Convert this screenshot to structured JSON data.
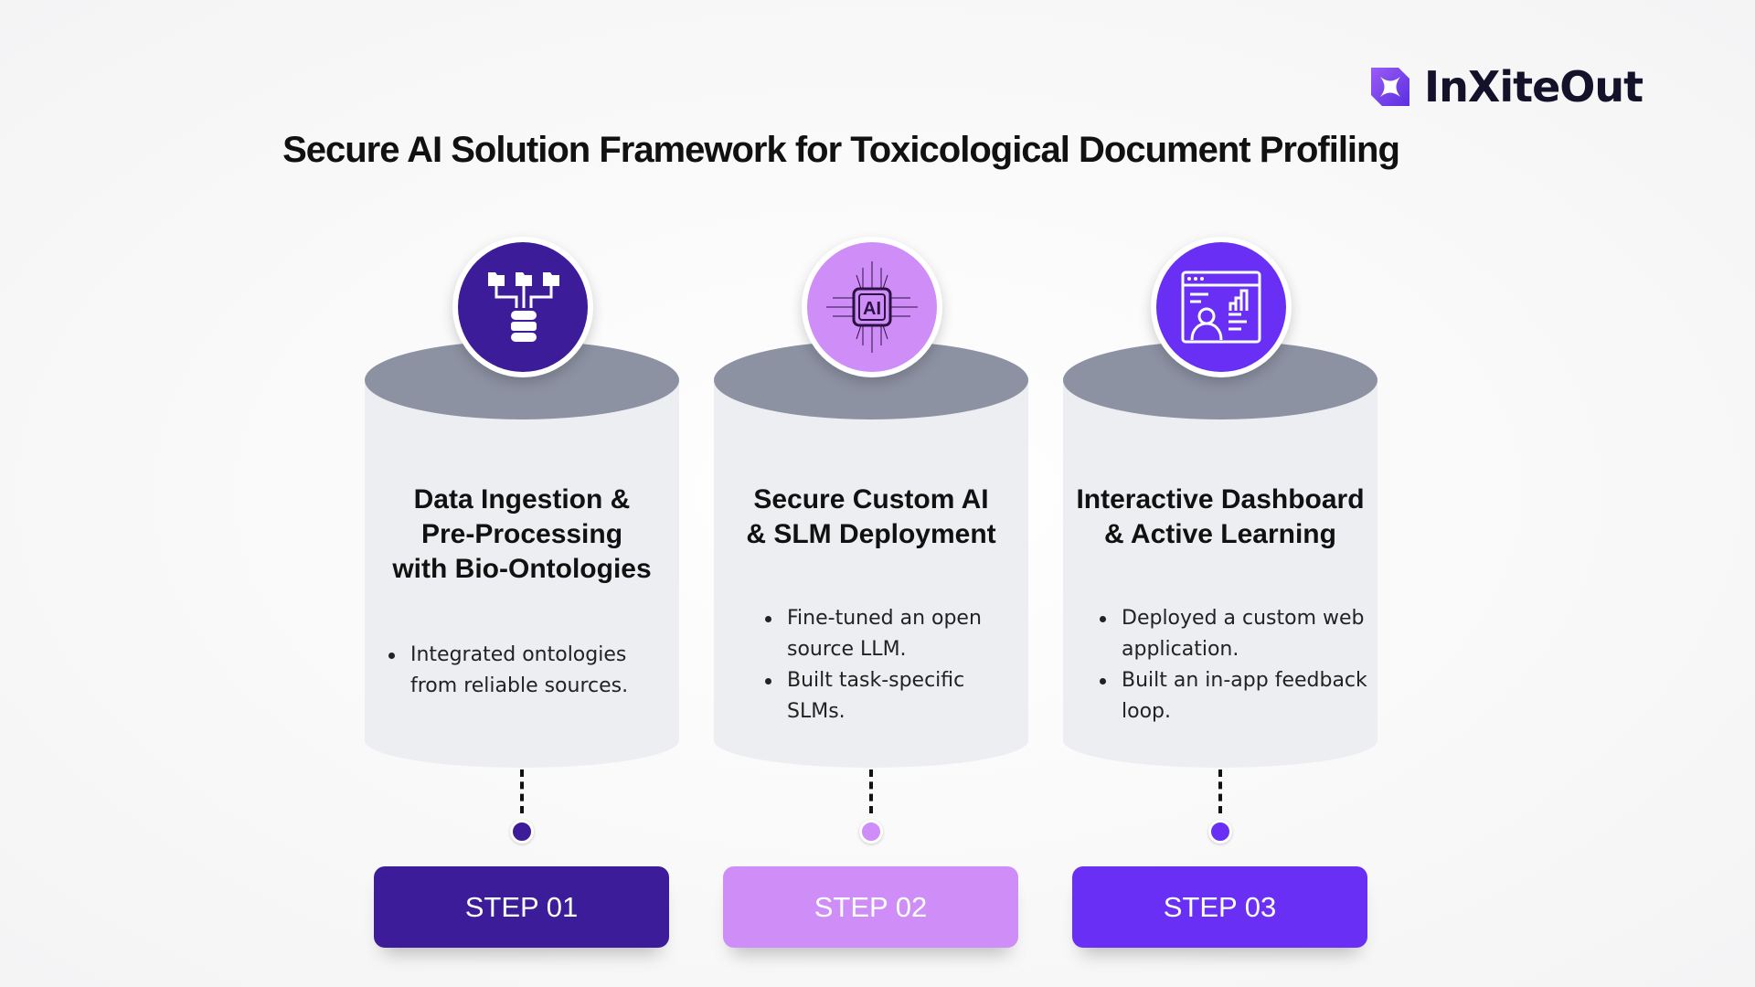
{
  "logo": {
    "text": "InXiteOut"
  },
  "title": "Secure AI Solution Framework for Toxicological Document Profiling",
  "colors": {
    "step1": "#3d1c9a",
    "step2": "#cf8df7",
    "step3": "#6a2ff5"
  },
  "steps": [
    {
      "icon": "data-ingestion-icon",
      "heading_lines": [
        "Data Ingestion &",
        "Pre-Processing",
        "with Bio-Ontologies"
      ],
      "bullets": [
        "Integrated ontologies from reliable sources."
      ],
      "label": "STEP 01"
    },
    {
      "icon": "ai-chip-icon",
      "icon_text": "AI",
      "heading_lines": [
        "Secure Custom AI",
        "& SLM Deployment"
      ],
      "bullets": [
        "Fine-tuned an open source LLM.",
        "Built task-specific SLMs."
      ],
      "label": "STEP 02"
    },
    {
      "icon": "dashboard-icon",
      "heading_lines": [
        "Interactive Dashboard",
        "& Active Learning"
      ],
      "bullets": [
        "Deployed a custom web application.",
        "Built an in-app feedback loop."
      ],
      "label": "STEP 03"
    }
  ]
}
